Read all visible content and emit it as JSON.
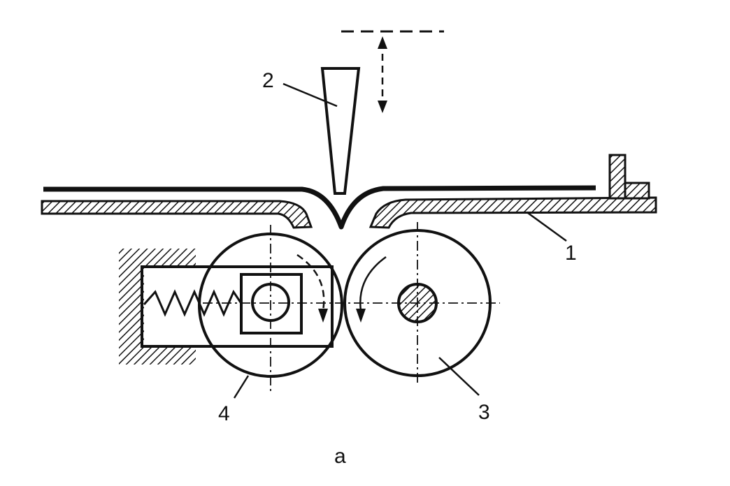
{
  "diagram": {
    "labels": {
      "part_1": "1",
      "part_2": "2",
      "part_3": "3",
      "part_4": "4",
      "caption": "a"
    },
    "colors": {
      "ink": "#111111",
      "paper": "#ffffff"
    }
  }
}
